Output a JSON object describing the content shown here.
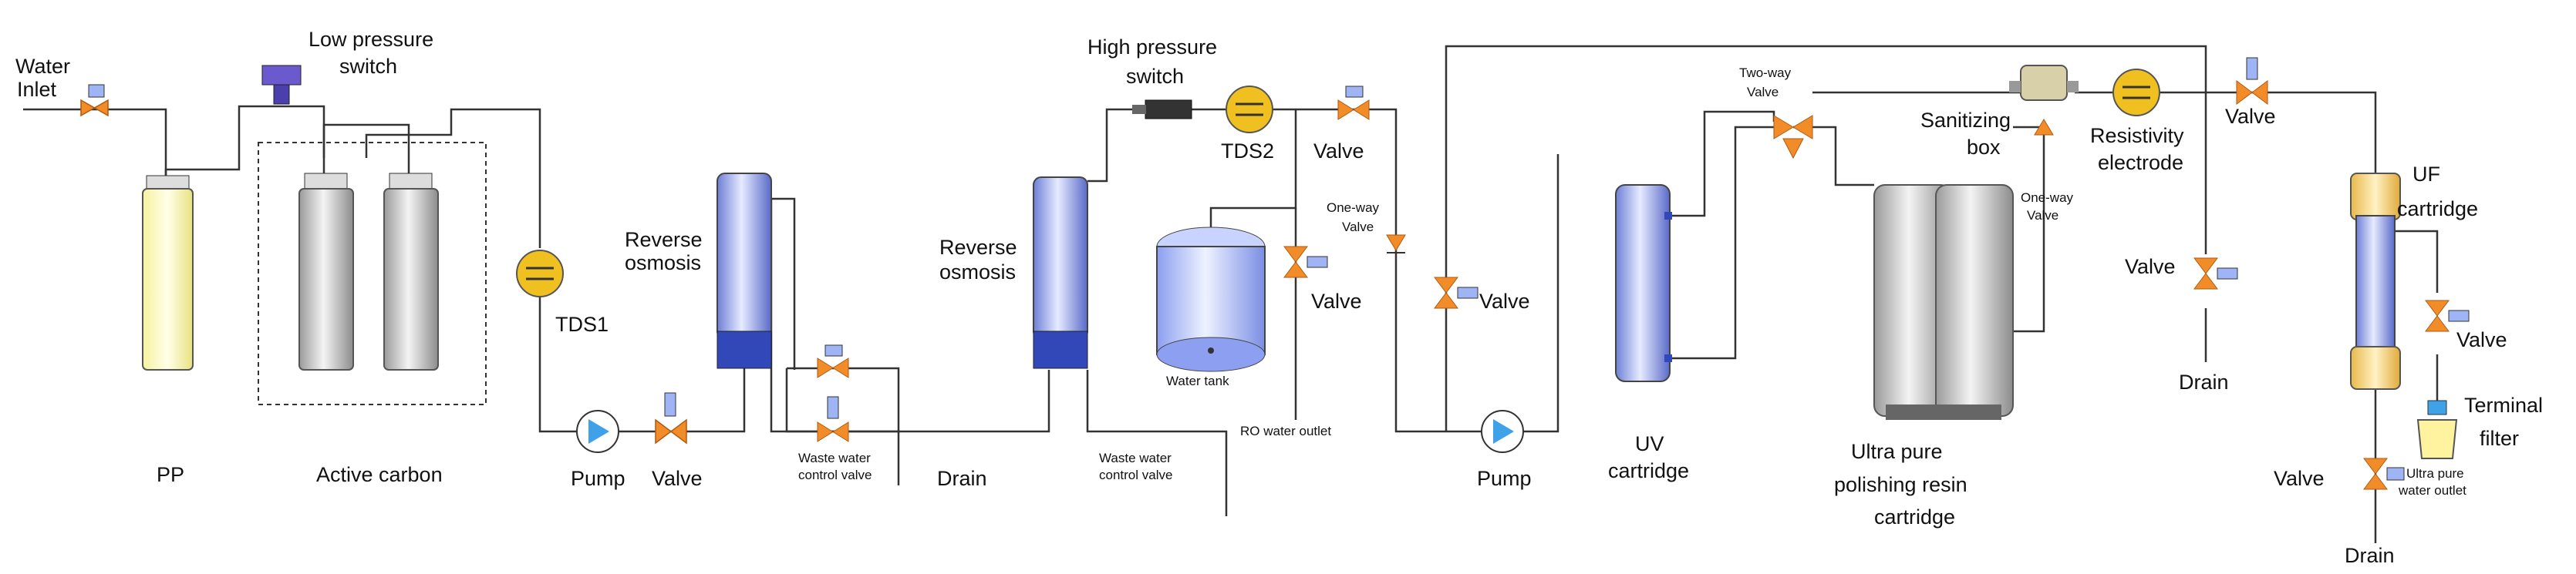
{
  "labels": {
    "water_inlet_1": "Water",
    "water_inlet_2": "Inlet",
    "low_pressure_1": "Low pressure",
    "low_pressure_2": "switch",
    "pp": "PP",
    "active_carbon": "Active carbon",
    "tds1": "TDS1",
    "pump1": "Pump",
    "valve1": "Valve",
    "ro1_1": "Reverse",
    "ro1_2": "osmosis",
    "waste1_1": "Waste water",
    "waste1_2": "control valve",
    "drain1": "Drain",
    "high_pressure_1": "High pressure",
    "high_pressure_2": "switch",
    "ro2_1": "Reverse",
    "ro2_2": "osmosis",
    "waste2_1": "Waste water",
    "waste2_2": "control valve",
    "tds2": "TDS2",
    "valve_top": "Valve",
    "water_tank": "Water tank",
    "valve_tank": "Valve",
    "ro_outlet": "RO water outlet",
    "oneway1_1": "One-way",
    "oneway1_2": "Valve",
    "valve_mid": "Valve",
    "pump2": "Pump",
    "uv_1": "UV",
    "uv_2": "cartridge",
    "twoway_1": "Two-way",
    "twoway_2": "Valve",
    "resin_1": "Ultra pure",
    "resin_2": "polishing resin",
    "resin_3": "cartridge",
    "sanitizing_1": "Sanitizing",
    "sanitizing_2": "box",
    "oneway2_1": "One-way",
    "oneway2_2": "Valve",
    "resistivity_1": "Resistivity",
    "resistivity_2": "electrode",
    "valve_topright": "Valve",
    "valve_drain": "Valve",
    "drain2": "Drain",
    "uf_1": "UF",
    "uf_2": "cartridge",
    "valve_uf": "Valve",
    "terminal_1": "Terminal",
    "terminal_2": "filter",
    "outlet_1": "Ultra pure",
    "outlet_2": "water outlet",
    "valve_bottom": "Valve",
    "drain3": "Drain"
  }
}
